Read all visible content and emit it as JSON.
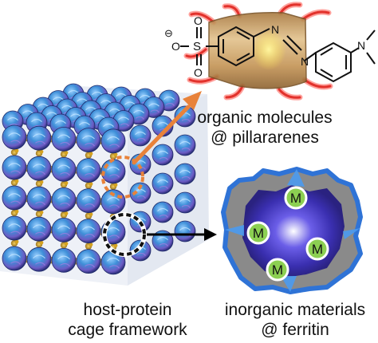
{
  "labels": {
    "organic": {
      "line1": "organic molecules",
      "line2": "@ pillararenes"
    },
    "host": {
      "line1": "host-protein",
      "line2": "cage framework"
    },
    "inorganic": {
      "line1": "inorganic materials",
      "line2": "@ ferritin"
    }
  },
  "molecule": {
    "charge": "⊖",
    "oxygen": "O",
    "sulfur": "S",
    "nitrogen": "N"
  },
  "ferritin": {
    "metal_label": "M"
  },
  "colors": {
    "sphere_blue": "#3e8fd8",
    "sphere_purple": "#8a66c8",
    "linker_gold": "#d5a21f",
    "orange_arrow": "#e8823a",
    "pillararene_tan": "#c79a5a",
    "ferritin_gray": "#808080",
    "metal_green": "#8ccf52"
  }
}
